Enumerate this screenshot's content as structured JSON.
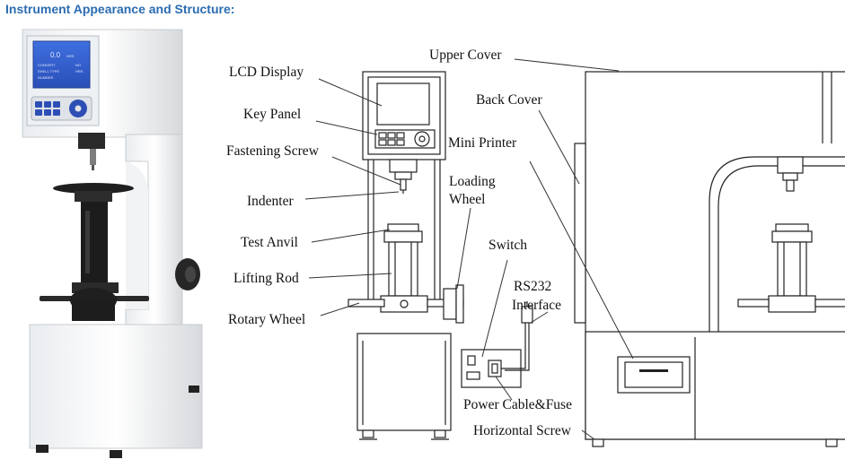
{
  "page_title": "Instrument Appearance and Structure:",
  "lcd": {
    "value": "0.0",
    "unit": "HRS",
    "lines": [
      "CONVERT",
      "SHELL TYPE",
      "NUMBER"
    ],
    "right": [
      "NO",
      "HRS"
    ]
  },
  "labels": {
    "lcd_display": "LCD Display",
    "key_panel": "Key Panel",
    "fastening_screw": "Fastening Screw",
    "indenter": "Indenter",
    "test_anvil": "Test Anvil",
    "lifting_rod": "Lifting Rod",
    "rotary_wheel": "Rotary Wheel",
    "upper_cover": "Upper Cover",
    "back_cover": "Back Cover",
    "mini_printer": "Mini Printer",
    "loading_wheel_1": "Loading",
    "loading_wheel_2": "Wheel",
    "switch": "Switch",
    "rs232_1": "RS232",
    "rs232_2": "Interface",
    "power_cable_fuse": "Power Cable&Fuse",
    "horizontal_screw": "Horizontal Screw"
  }
}
